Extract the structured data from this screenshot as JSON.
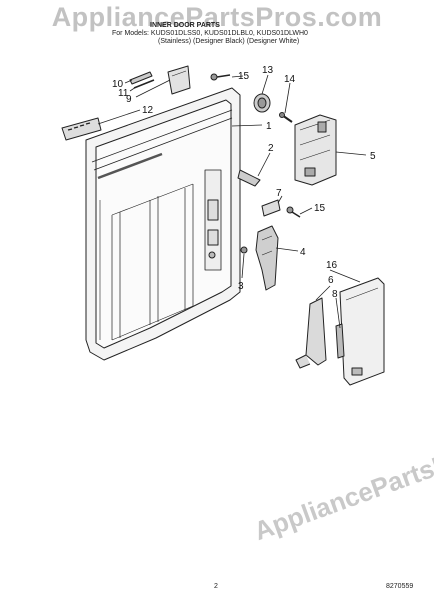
{
  "watermark": "AppliancePartsPros.com",
  "header": {
    "title": "INNER DOOR PARTS",
    "models": "For Models: KUDS01DLSS0, KUDS01DLBL0, KUDS01DLWH0",
    "colors": "(Stainless)   (Designer Black)   (Designer White)"
  },
  "callouts": [
    "15",
    "13",
    "14",
    "10",
    "11",
    "9",
    "12",
    "1",
    "2",
    "5",
    "7",
    "15",
    "4",
    "3",
    "16",
    "6",
    "8"
  ],
  "footer": {
    "page_number": "2",
    "doc_number": "8270559"
  }
}
